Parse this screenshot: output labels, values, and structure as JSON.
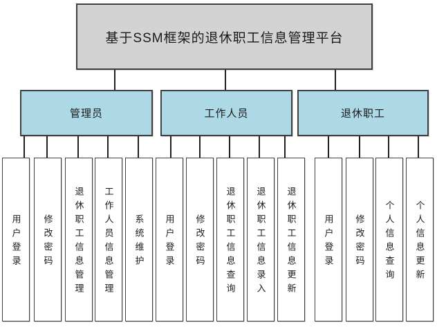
{
  "diagram": {
    "root_label": "基于SSM框架的退休职工信息管理平台",
    "branches": [
      {
        "label": "管理员",
        "children": [
          "用户登录",
          "修改密码",
          "退休职工信息管理",
          "工作人员信息管理",
          "系统维护"
        ]
      },
      {
        "label": "工作人员",
        "children": [
          "用户登录",
          "修改密码",
          "退休职工信息查询",
          "退休职工信息录入",
          "退休职工信息更新"
        ]
      },
      {
        "label": "退休职工",
        "children": [
          "用户登录",
          "修改密码",
          "个人信息查询",
          "个人信息更新"
        ]
      }
    ],
    "colors": {
      "root_fill": "#d3d3d3",
      "branch_fill": "#add8e6",
      "leaf_fill": "#ffffff",
      "border": "#3f3f3f",
      "connector": "#1f1f1f",
      "text": "#1a1a1a"
    }
  }
}
